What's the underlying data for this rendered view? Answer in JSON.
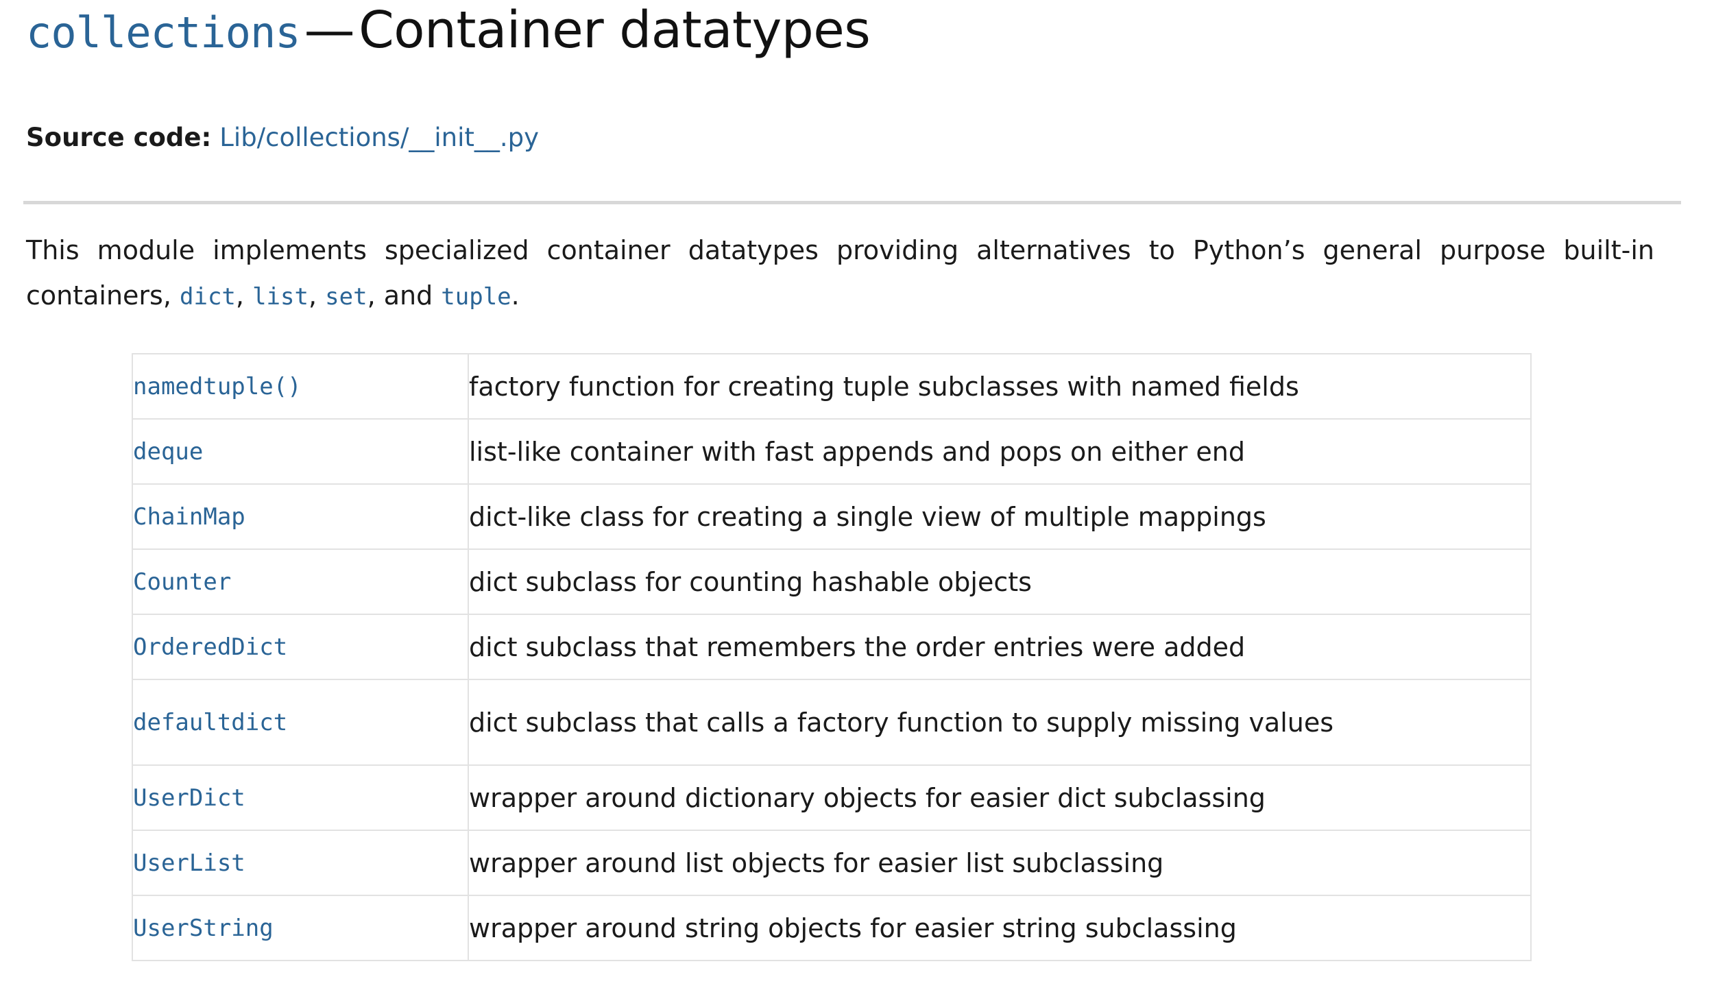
{
  "page": {
    "title": {
      "module": "collections",
      "separator": "—",
      "rest": "Container datatypes"
    },
    "source_code": {
      "label": "Source code:",
      "link_text": "Lib/collections/__init__.py"
    },
    "intro": {
      "part1": "This module implements specialized container datatypes providing alternatives to Python’s general purpose built-in containers, ",
      "code1": "dict",
      "sep1": ", ",
      "code2": "list",
      "sep2": ", ",
      "code3": "set",
      "sep3": ", and ",
      "code4": "tuple",
      "sep4": "."
    },
    "table": {
      "rows": [
        {
          "name": "namedtuple()",
          "description": "factory function for creating tuple subclasses with named fields"
        },
        {
          "name": "deque",
          "description": "list-like container with fast appends and pops on either end"
        },
        {
          "name": "ChainMap",
          "description": "dict-like class for creating a single view of multiple mappings"
        },
        {
          "name": "Counter",
          "description": "dict subclass for counting hashable objects"
        },
        {
          "name": "OrderedDict",
          "description": "dict subclass that remembers the order entries were added"
        },
        {
          "name": "defaultdict",
          "description": "dict subclass that calls a factory function to supply missing values"
        },
        {
          "name": "UserDict",
          "description": "wrapper around dictionary objects for easier dict subclassing"
        },
        {
          "name": "UserList",
          "description": "wrapper around list objects for easier list subclassing"
        },
        {
          "name": "UserString",
          "description": "wrapper around string objects for easier string subclassing"
        }
      ]
    },
    "colors": {
      "link": "#2a6496",
      "text": "#1a1a1a",
      "border": "#e2e2e2",
      "rule": "#d8d8d8",
      "background": "#ffffff"
    }
  }
}
